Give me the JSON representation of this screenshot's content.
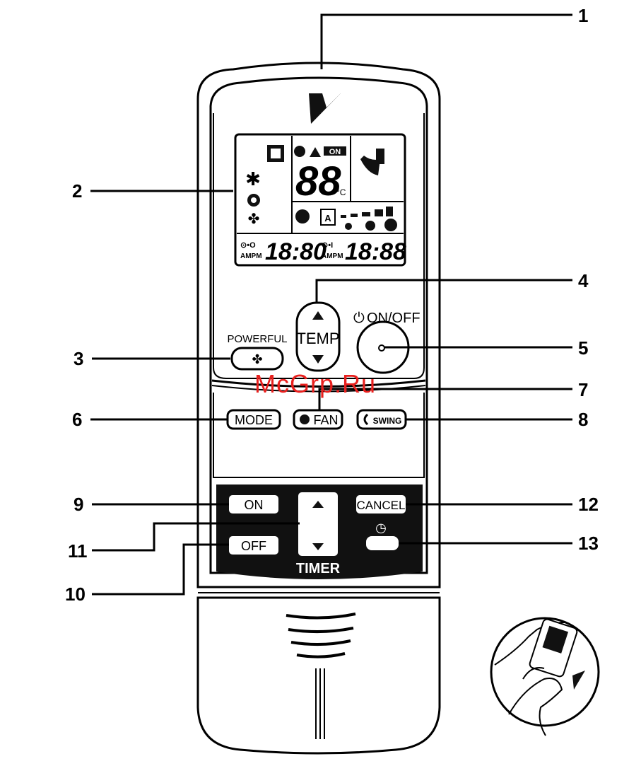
{
  "remote": {
    "buttons": {
      "powerful": "POWERFUL",
      "temp": "TEMP",
      "on_off": "ON/OFF",
      "mode": "MODE",
      "fan": "FAN",
      "swing": "SWING",
      "timer_on": "ON",
      "timer_off": "OFF",
      "cancel": "CANCEL",
      "timer": "TIMER"
    },
    "display": {
      "on_badge": "ON",
      "temp_digits": "88",
      "temp_unit": "°C",
      "timer_left": "18:80",
      "timer_right": "18:88",
      "ampm": "AMPM"
    }
  },
  "callouts": [
    "1",
    "2",
    "3",
    "4",
    "5",
    "6",
    "7",
    "8",
    "9",
    "10",
    "11",
    "12",
    "13"
  ],
  "watermark": "McGrp.Ru",
  "colors": {
    "line": "#000000",
    "panel": "#111111",
    "watermark": "#e8201e"
  }
}
